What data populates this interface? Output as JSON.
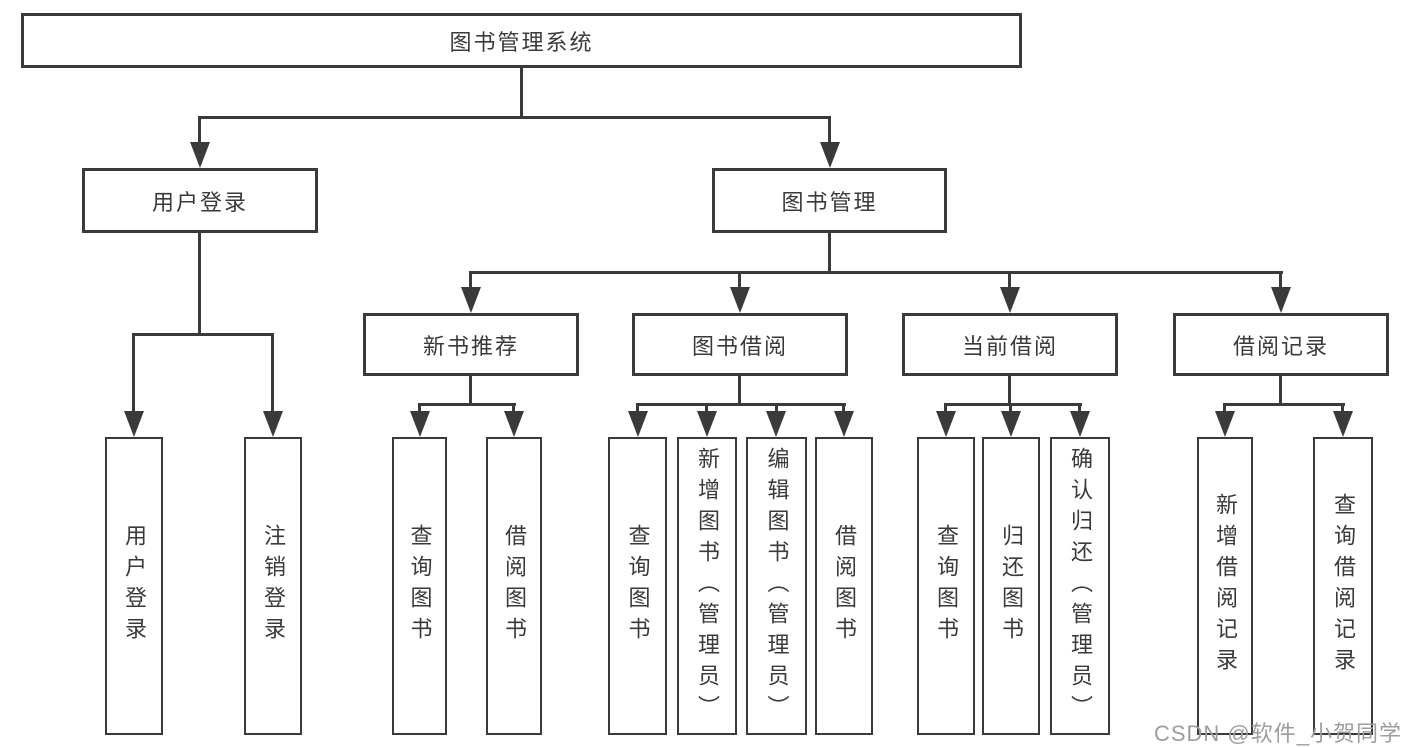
{
  "diagram": {
    "root": {
      "label": "图书管理系统"
    },
    "branches": [
      {
        "label": "用户登录",
        "children": [
          {
            "label": "用户登录"
          },
          {
            "label": "注销登录"
          }
        ]
      },
      {
        "label": "图书管理",
        "children": [
          {
            "label": "新书推荐",
            "children": [
              {
                "label": "查询图书"
              },
              {
                "label": "借阅图书"
              }
            ]
          },
          {
            "label": "图书借阅",
            "children": [
              {
                "label": "查询图书"
              },
              {
                "label": "新增图书（管理员）"
              },
              {
                "label": "编辑图书（管理员）"
              },
              {
                "label": "借阅图书"
              }
            ]
          },
          {
            "label": "当前借阅",
            "children": [
              {
                "label": "查询图书"
              },
              {
                "label": "归还图书"
              },
              {
                "label": "确认归还（管理员）"
              }
            ]
          },
          {
            "label": "借阅记录",
            "children": [
              {
                "label": "新增借阅记录"
              },
              {
                "label": "查询借阅记录"
              }
            ]
          }
        ]
      }
    ]
  },
  "watermark": {
    "text": "CSDN @软件_小贺同学"
  },
  "colors": {
    "line": "#3a3a3a",
    "text": "#3a3a3a",
    "watermark": "#9d9d9d",
    "background": "#ffffff"
  }
}
